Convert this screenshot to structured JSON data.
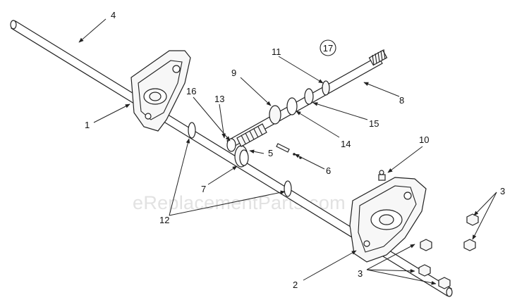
{
  "watermark": "eReplacementParts.com",
  "kit_marker": "17",
  "callouts": {
    "c1": "1",
    "c2": "2",
    "c3a": "3",
    "c3b": "3",
    "c4": "4",
    "c5": "5",
    "c6": "6",
    "c7": "7",
    "c8": "8",
    "c9": "9",
    "c10": "10",
    "c11": "11",
    "c12": "12",
    "c13": "13",
    "c14": "14",
    "c15": "15",
    "c16": "16"
  }
}
